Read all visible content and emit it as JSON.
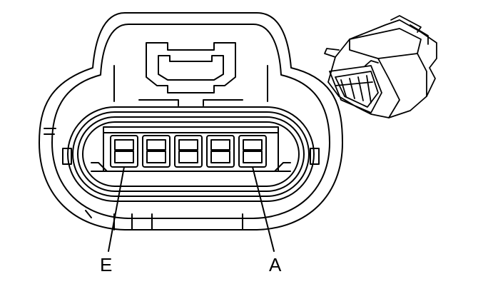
{
  "diagram": {
    "pin_labels": {
      "left": "E",
      "right": "A"
    },
    "pin_count": 5,
    "line_color": "#000000",
    "background_color": "#ffffff"
  }
}
